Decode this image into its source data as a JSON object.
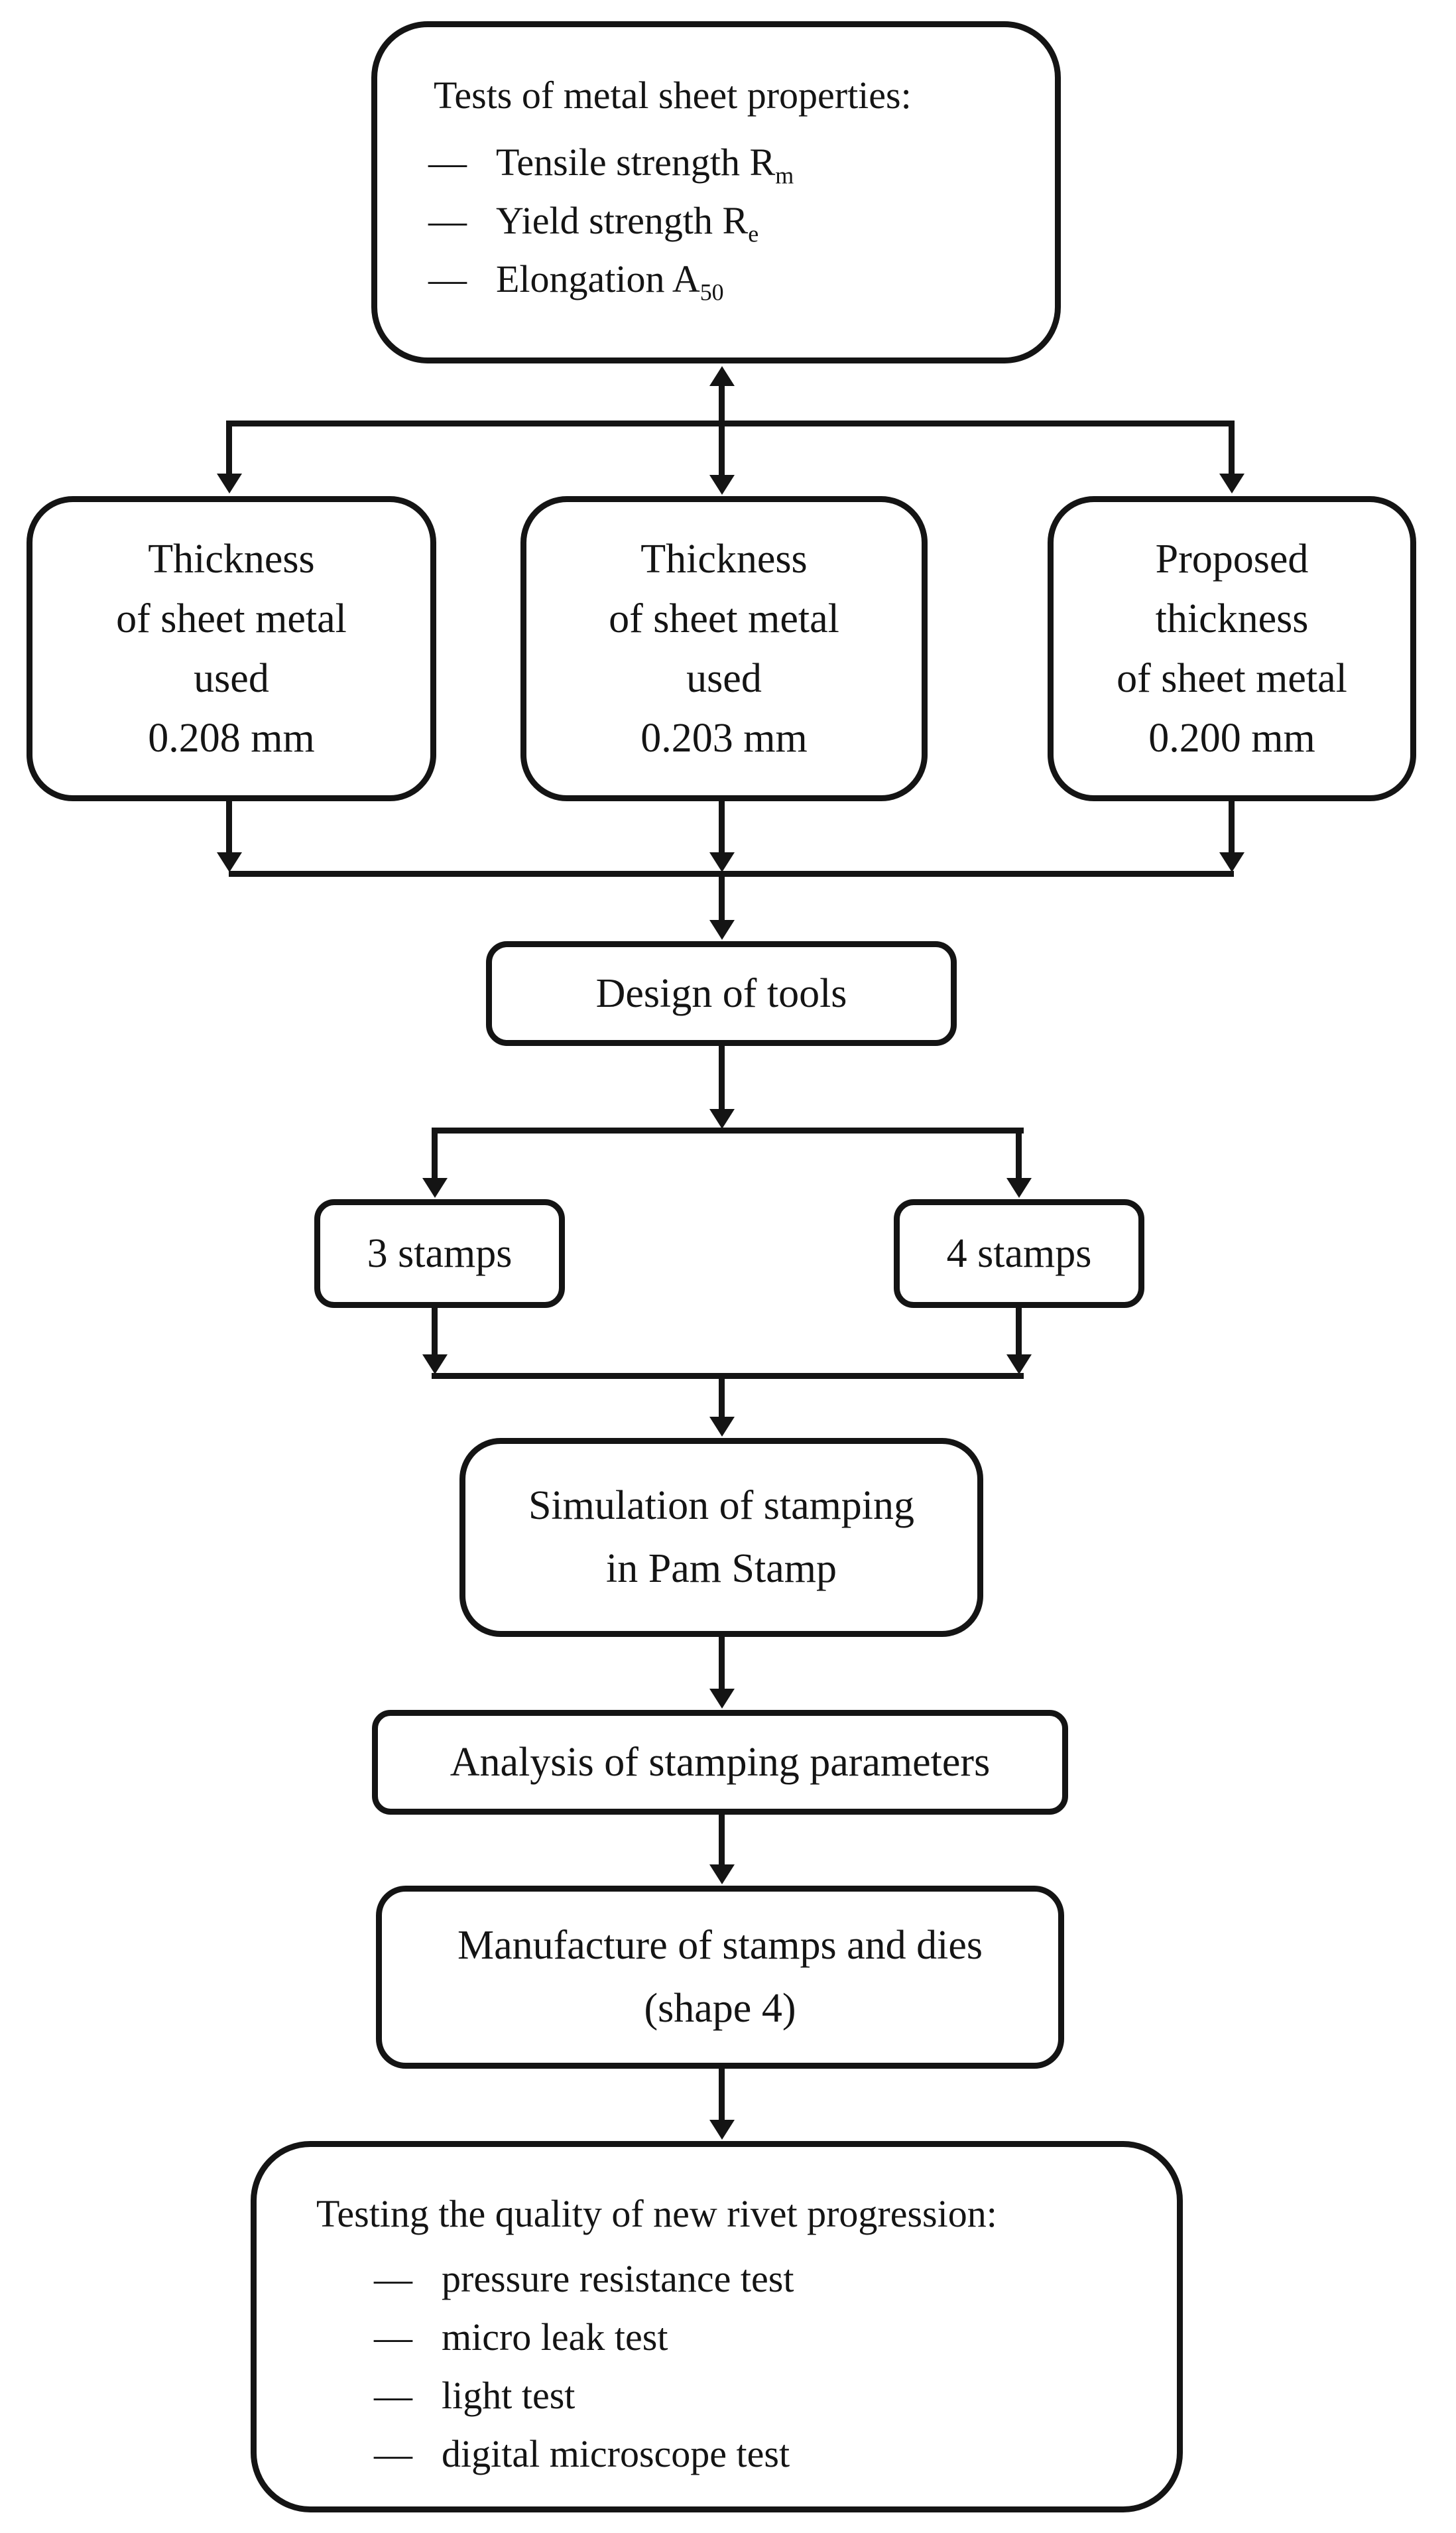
{
  "figure": {
    "type": "flowchart"
  },
  "colors": {
    "line": "#141414",
    "background": "#ffffff",
    "text": "#141414"
  },
  "dash": "—",
  "boxes": {
    "tests": {
      "title": "Tests of metal sheet properties:",
      "items": [
        {
          "text": "Tensile strength R",
          "sub": "m"
        },
        {
          "text": "Yield strength R",
          "sub": "e"
        },
        {
          "text": "Elongation A",
          "sub": "50"
        }
      ]
    },
    "thickness_used_1": {
      "lines": [
        "Thickness",
        "of sheet metal",
        "used",
        "0.208 mm"
      ]
    },
    "thickness_used_2": {
      "lines": [
        "Thickness",
        "of sheet metal",
        "used",
        "0.203 mm"
      ]
    },
    "thickness_proposed": {
      "lines": [
        "Proposed",
        "thickness",
        "of sheet metal",
        "0.200 mm"
      ]
    },
    "design": {
      "label": "Design of tools"
    },
    "stamps_3": {
      "label": "3 stamps"
    },
    "stamps_4": {
      "label": "4 stamps"
    },
    "simulation": {
      "lines": [
        "Simulation of stamping",
        "in Pam Stamp"
      ]
    },
    "analysis": {
      "label": "Analysis of stamping parameters"
    },
    "manufacture": {
      "lines": [
        "Manufacture of stamps and dies",
        "(shape 4)"
      ]
    },
    "testing": {
      "title": "Testing the quality of new rivet progression:",
      "items": [
        {
          "text": "pressure resistance test"
        },
        {
          "text": "micro leak test"
        },
        {
          "text": "light test"
        },
        {
          "text": "digital microscope test"
        }
      ]
    }
  }
}
